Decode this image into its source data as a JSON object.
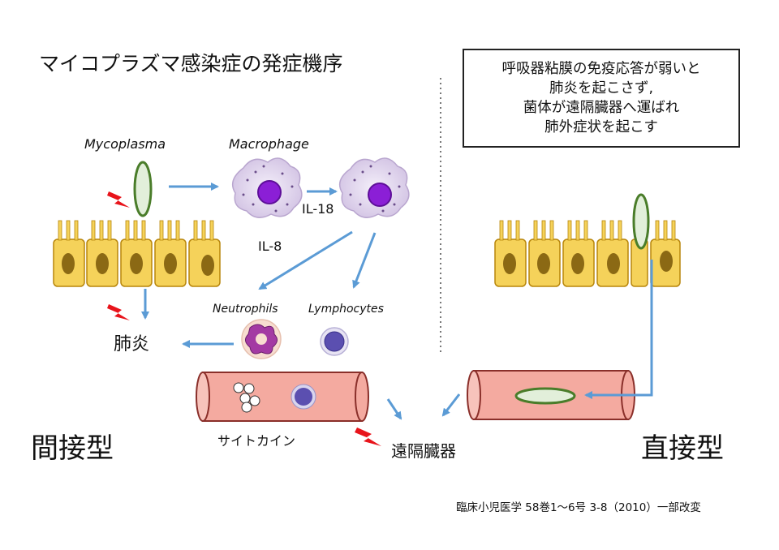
{
  "title": "マイコプラズマ感染症の発症機序",
  "note_box": {
    "lines": [
      "呼吸器粘膜の免疫応答が弱いと",
      "肺炎を起こさず,",
      "菌体が遠隔臓器へ運ばれ",
      "肺外症状を起こす"
    ]
  },
  "labels": {
    "mycoplasma": "Mycoplasma",
    "macrophage": "Macrophage",
    "il18": "IL-18",
    "il8": "IL-8",
    "neutrophils": "Neutrophils",
    "lymphocytes": "Lymphocytes",
    "pneumonia": "肺炎",
    "cytokine": "サイトカイン",
    "distant_organ": "遠隔臓器",
    "indirect": "間接型",
    "direct": "直接型"
  },
  "citation": "臨床小児医学 58巻1～6号 3-8（2010）一部改変",
  "colors": {
    "arrow": "#5b9bd5",
    "epithelial_cell": "#f5d25a",
    "nucleus": "#8b6914",
    "mycoplasma_fill": "#e2efda",
    "mycoplasma_stroke": "#4a7d2a",
    "macrophage_fill": "#e4dbee",
    "macrophage_nucleus": "#8b1fd6",
    "vessel": "#f4aaa0",
    "lightning": "#e8141b"
  }
}
